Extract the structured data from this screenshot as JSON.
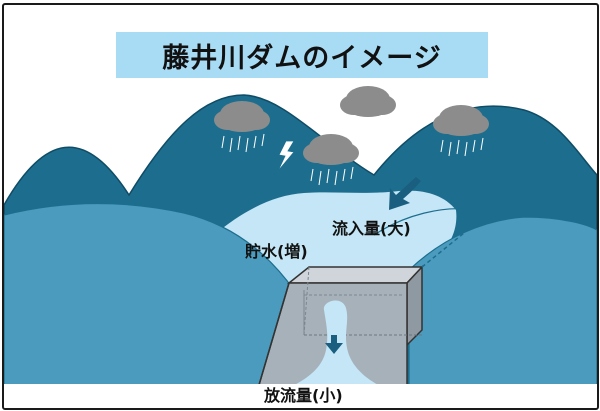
{
  "title": "藤井川ダムのイメージ",
  "labels": {
    "inflow": "流入量(大)",
    "storage": "貯水(増)",
    "outflow": "放流量(小)"
  },
  "icons": [
    "cloud-rain-icon",
    "lightning-icon",
    "inflow-arrow-icon",
    "outflow-arrow-icon"
  ],
  "colors": {
    "title_bg": "#a8dcf5",
    "mountain_dark": "#1d6e8e",
    "mountain_light": "#4a9bbd",
    "water": "#c4e6f6",
    "cloud": "#8c8c8c",
    "arrow": "#1a5f7f"
  }
}
